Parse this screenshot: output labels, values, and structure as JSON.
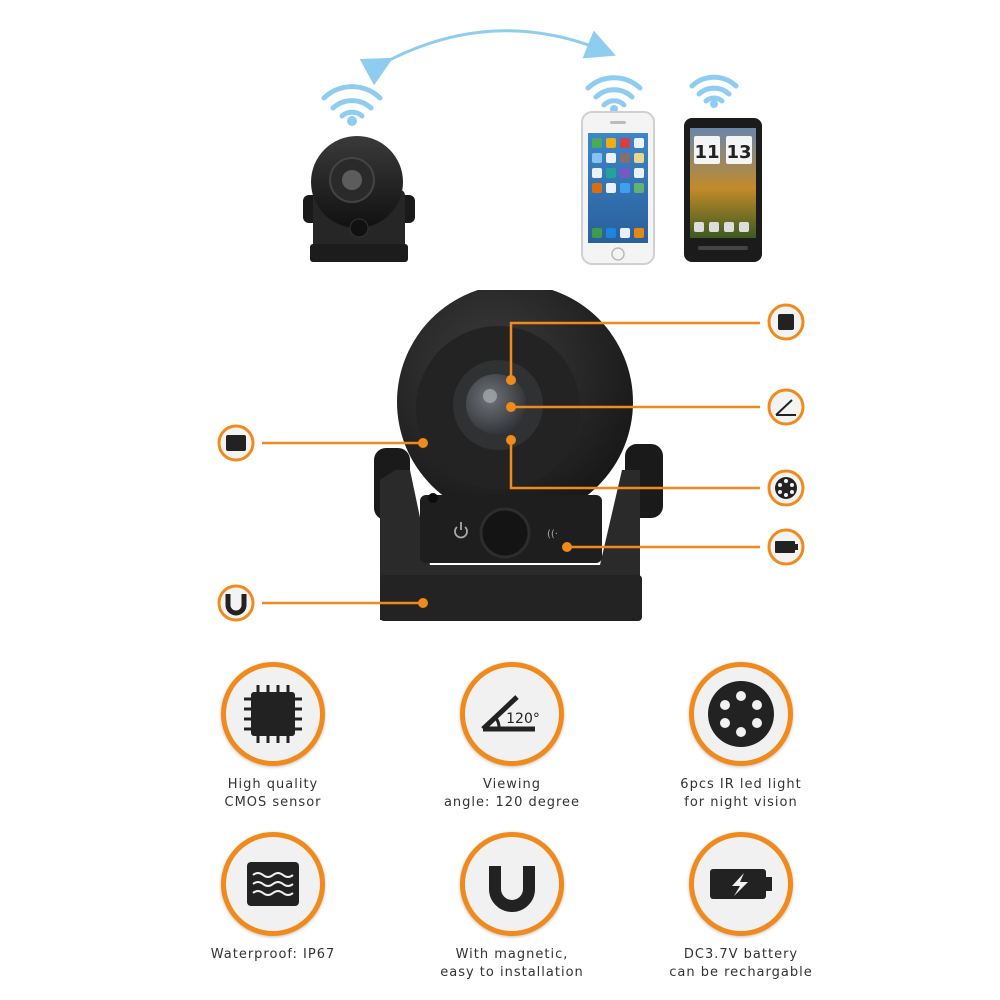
{
  "features": [
    {
      "icon": "cmos-chip-icon",
      "lines": [
        "High quality",
        "CMOS sensor"
      ]
    },
    {
      "icon": "viewing-angle-icon",
      "angle_label": "120°",
      "lines": [
        "Viewing",
        "angle: 120 degree"
      ]
    },
    {
      "icon": "ir-led-icon",
      "lines": [
        "6pcs IR led light",
        "for night vision"
      ]
    },
    {
      "icon": "waterproof-icon",
      "lines": [
        "Waterproof: IP67"
      ]
    },
    {
      "icon": "magnet-icon",
      "lines": [
        "With magnetic,",
        "easy to installation"
      ]
    },
    {
      "icon": "battery-icon",
      "lines": [
        "DC3.7V battery",
        "can be rechargable"
      ]
    }
  ],
  "phone_clock": [
    "11",
    "13"
  ],
  "colors": {
    "accent": "#f08a1c",
    "wifi": "#8ecdf0",
    "camera": "#1d1d1d"
  }
}
